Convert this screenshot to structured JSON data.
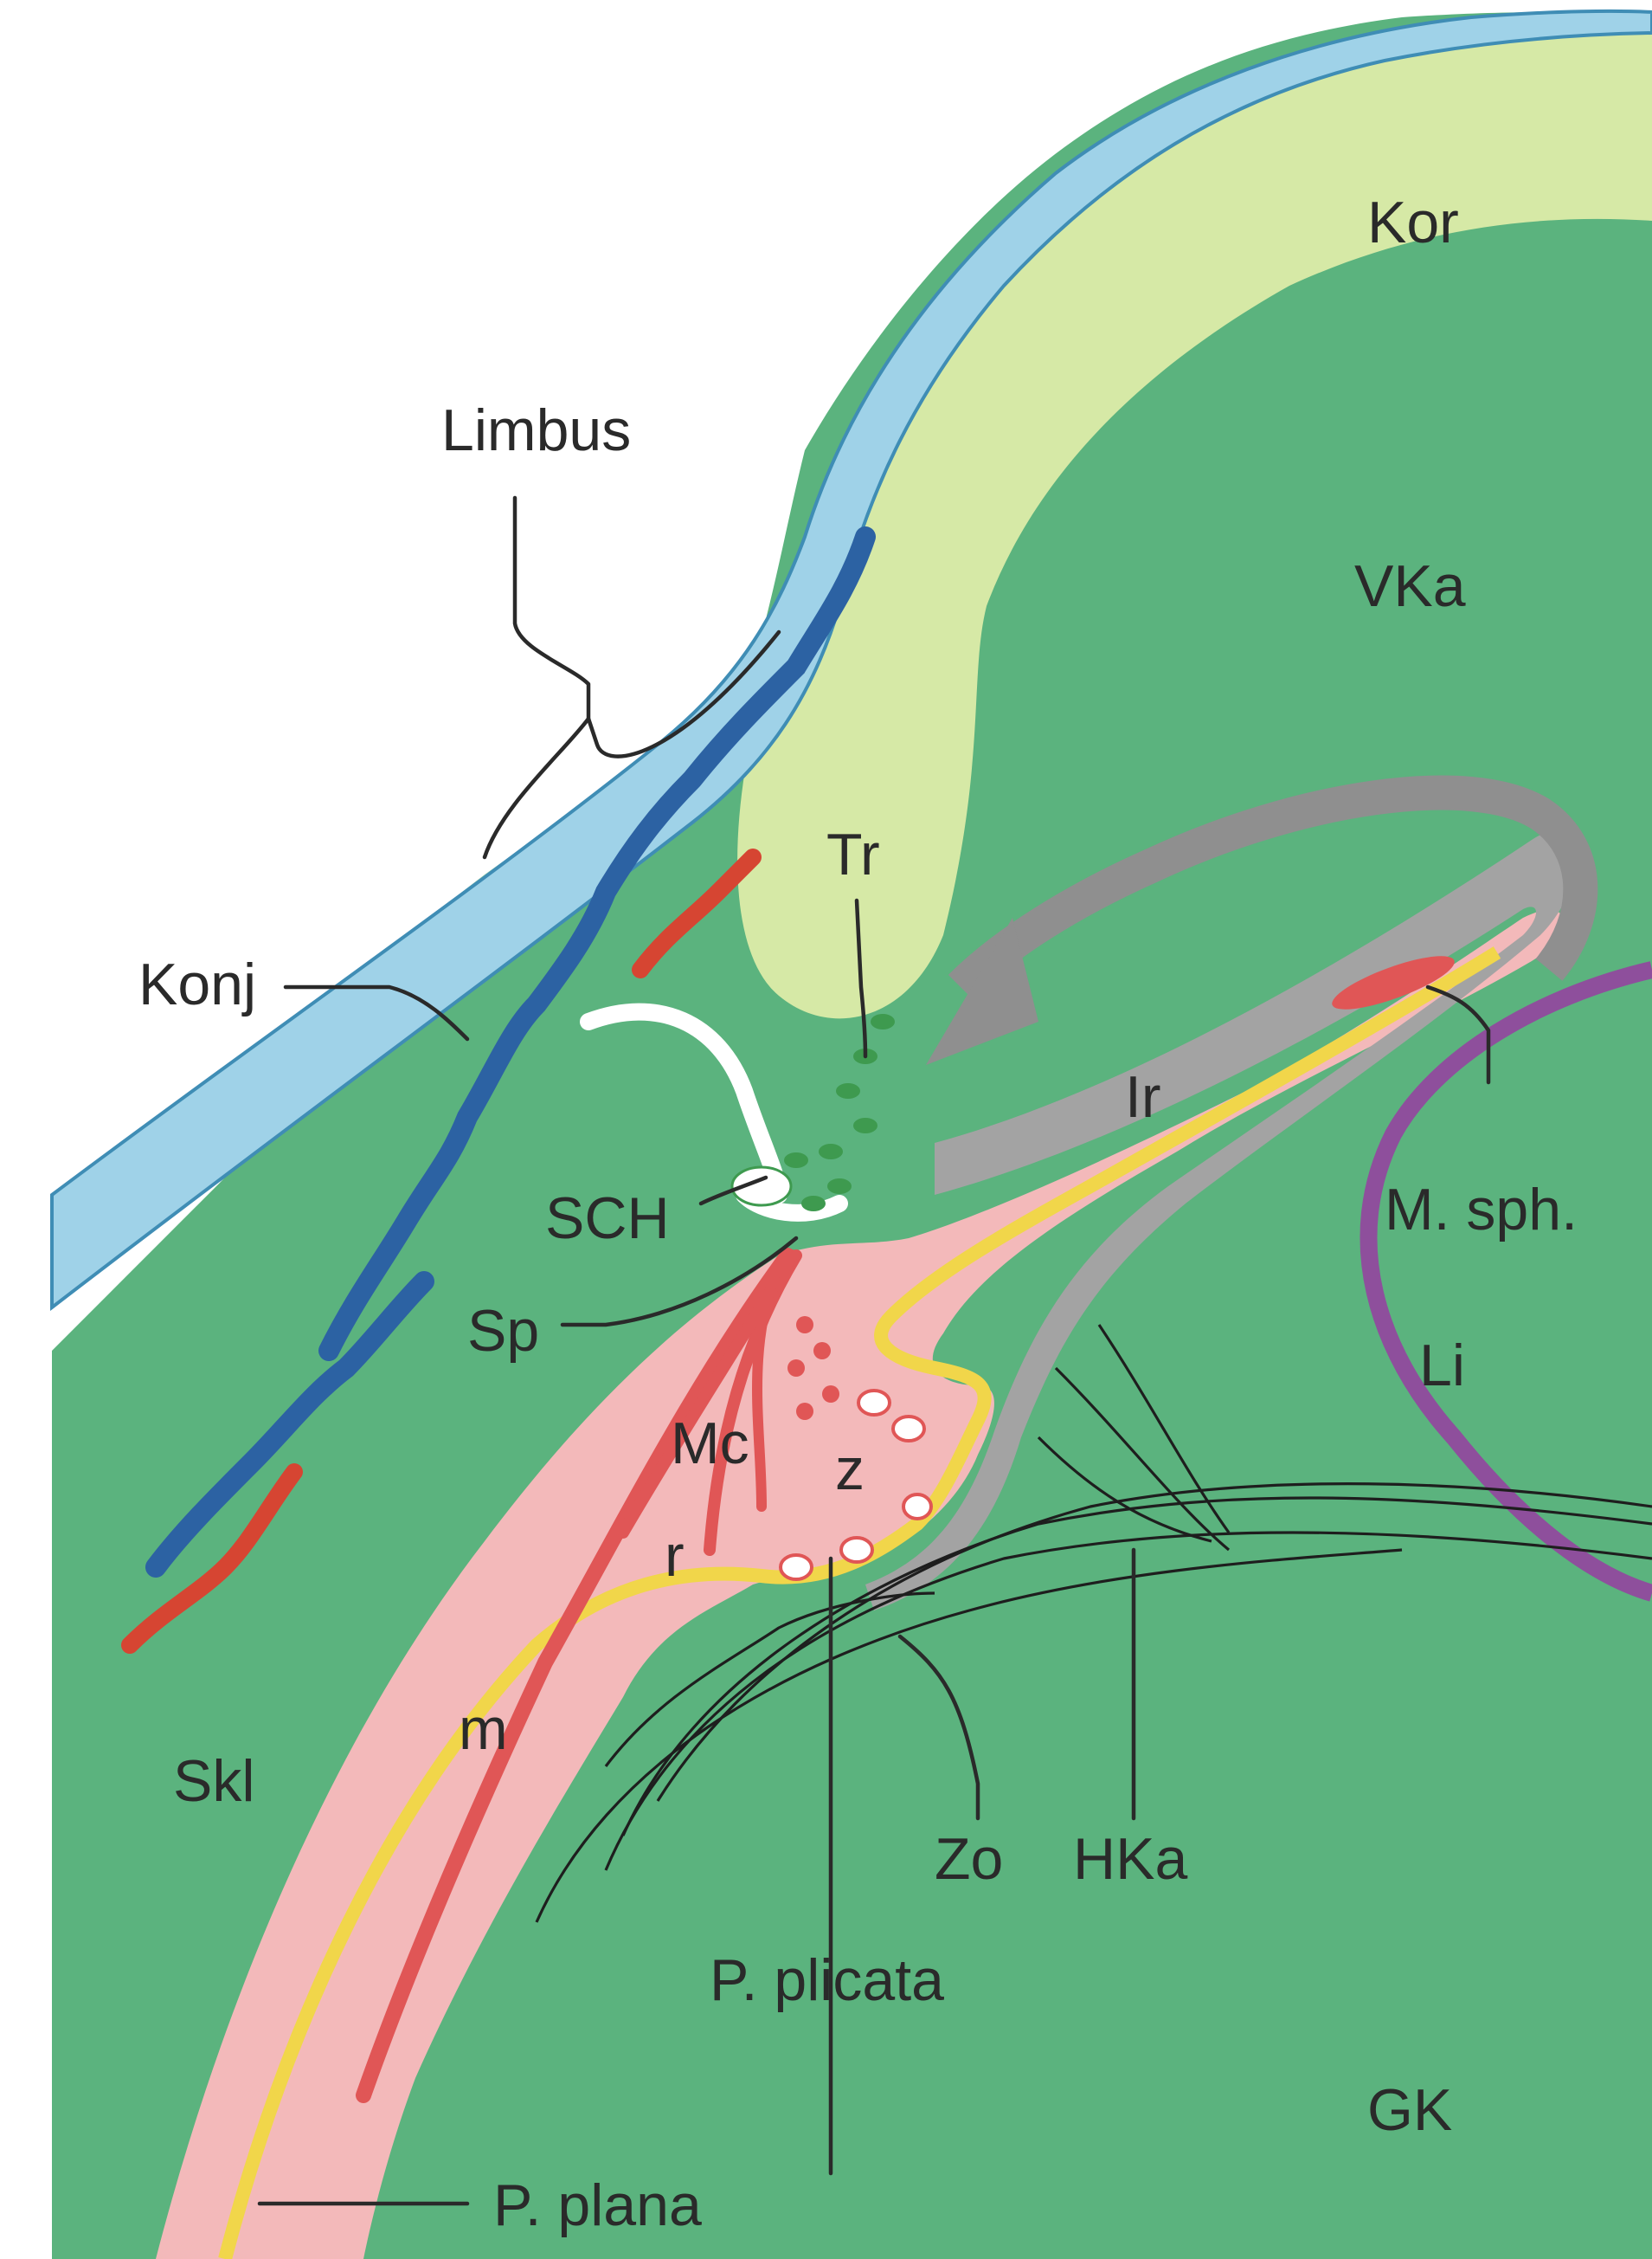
{
  "colors": {
    "conjunctiva": "#9fd2e8",
    "conjunctiva_edge": "#3f8db5",
    "cornea": "#d6e9a6",
    "sclera": "#5bb37e",
    "sclera_light": "#a8d8b4",
    "ciliary_body": "#f3b9ba",
    "muscle_red": "#e05656",
    "pigment_yellow": "#f1d64a",
    "pigment_gray": "#a3a3a3",
    "lens": "#8e4f9c",
    "vitreous": "#e5e5e5",
    "vein_blue": "#2c62a3",
    "artery_red": "#d64532",
    "trabecular": "#3e9a4f",
    "schlemm": "#ffffff"
  },
  "labels": {
    "kor": "Kor",
    "limbus": "Limbus",
    "vka": "VKa",
    "tr": "Tr",
    "konj": "Konj",
    "ir": "Ir",
    "m_sph": "M. sph.",
    "sch": "SCH",
    "sp": "Sp",
    "li": "Li",
    "mc": "Mc",
    "z": "z",
    "r": "r",
    "m": "m",
    "skl": "Skl",
    "zo": "Zo",
    "hka": "HKa",
    "p_plicata": "P. plicata",
    "gk": "GK",
    "p_plana": "P. plana"
  }
}
